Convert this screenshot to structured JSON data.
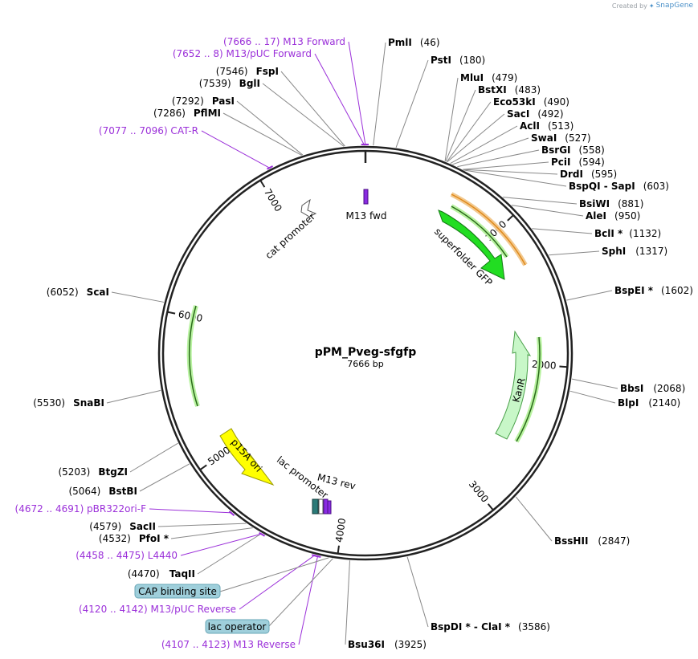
{
  "watermark": {
    "prefix": "Created by",
    "brand": "SnapGene"
  },
  "plasmid": {
    "name": "pPM_Pveg-sfgfp",
    "length_label": "7666 bp",
    "length": 7666
  },
  "ticks": [
    {
      "label": "1000",
      "pos": 1000
    },
    {
      "label": "2000",
      "pos": 2000
    },
    {
      "label": "3000",
      "pos": 3000
    },
    {
      "label": "4000",
      "pos": 4000
    },
    {
      "label": "5000",
      "pos": 5000
    },
    {
      "label": "6000",
      "pos": 6000
    },
    {
      "label": "7000",
      "pos": 7000
    }
  ],
  "right_sites": [
    {
      "name": "PmlI",
      "pos": "(46)",
      "at": 46
    },
    {
      "name": "PstI",
      "pos": "(180)",
      "at": 180
    },
    {
      "name": "MluI",
      "pos": "(479)",
      "at": 479
    },
    {
      "name": "BstXI",
      "pos": "(483)",
      "at": 483
    },
    {
      "name": "Eco53kI",
      "pos": "(490)",
      "at": 490
    },
    {
      "name": "SacI",
      "pos": "(492)",
      "at": 492
    },
    {
      "name": "AclI",
      "pos": "(513)",
      "at": 513
    },
    {
      "name": "SwaI",
      "pos": "(527)",
      "at": 527
    },
    {
      "name": "BsrGI",
      "pos": "(558)",
      "at": 558
    },
    {
      "name": "PciI",
      "pos": "(594)",
      "at": 594
    },
    {
      "name": "DrdI",
      "pos": "(595)",
      "at": 595
    },
    {
      "name": "BspQI  -  SapI",
      "pos": "(603)",
      "at": 603
    },
    {
      "name": "BsiWI",
      "pos": "(881)",
      "at": 881
    },
    {
      "name": "AleI",
      "pos": "(950)",
      "at": 950
    },
    {
      "name": "BclI *",
      "pos": "(1132)",
      "at": 1132
    },
    {
      "name": "SphI",
      "pos": "(1317)",
      "at": 1317
    },
    {
      "name": "BspEI *",
      "pos": "(1602)",
      "at": 1602
    },
    {
      "name": "BbsI",
      "pos": "(2068)",
      "at": 2068
    },
    {
      "name": "BlpI",
      "pos": "(2140)",
      "at": 2140
    },
    {
      "name": "BssHII",
      "pos": "(2847)",
      "at": 2847
    },
    {
      "name": "BspDI *  -  ClaI *",
      "pos": "(3586)",
      "at": 3586
    },
    {
      "name": "Bsu36I",
      "pos": "(3925)",
      "at": 3925
    }
  ],
  "left_sites": [
    {
      "pos": "(7546)",
      "name": "FspI",
      "at": 7546
    },
    {
      "pos": "(7539)",
      "name": "BglI",
      "at": 7539
    },
    {
      "pos": "(7292)",
      "name": "PasI",
      "at": 7292
    },
    {
      "pos": "(7286)",
      "name": "PflMI",
      "at": 7286
    },
    {
      "pos": "(6052)",
      "name": "ScaI",
      "at": 6052
    },
    {
      "pos": "(5530)",
      "name": "SnaBI",
      "at": 5530
    },
    {
      "pos": "(5203)",
      "name": "BtgZI",
      "at": 5203
    },
    {
      "pos": "(5064)",
      "name": "BstBI",
      "at": 5064
    },
    {
      "pos": "(4579)",
      "name": "SacII",
      "at": 4579
    },
    {
      "pos": "(4532)",
      "name": "PfoI *",
      "at": 4532
    },
    {
      "pos": "(4470)",
      "name": "TaqII",
      "at": 4470
    }
  ],
  "primers": [
    {
      "text": "(7666 .. 17)  M13 Forward",
      "at": 7666
    },
    {
      "text": "(7652 .. 8)  M13/pUC Forward",
      "at": 7660
    },
    {
      "text": "(7077 .. 7096)  CAT-R",
      "at": 7086
    },
    {
      "text": "(4672 .. 4691)  pBR322ori-F",
      "at": 4681
    },
    {
      "text": "(4458 .. 4475)  L4440",
      "at": 4466
    },
    {
      "text": "(4120 .. 4142)  M13/pUC Reverse",
      "at": 4131
    },
    {
      "text": "(4107 .. 4123)  M13 Reverse",
      "at": 4115
    }
  ],
  "boxed_features": [
    {
      "text": "CAP binding site"
    },
    {
      "text": "lac operator"
    }
  ],
  "features": [
    {
      "label": "superfolder GFP",
      "color": "#22dd22"
    },
    {
      "label": "KanR",
      "color": "#c8f7c8"
    },
    {
      "label": "p15A ori",
      "color": "#ffff00"
    },
    {
      "label": "cat promoter",
      "color": "#ffffff"
    },
    {
      "label": "lac promoter",
      "color": "#ffffff"
    },
    {
      "label": "M13 fwd",
      "color": "#8a2be2"
    },
    {
      "label": "M13 rev",
      "color": "#8a2be2"
    }
  ],
  "colors": {
    "primer": "#9b30d9",
    "box_fill": "#9fcfdb",
    "backbone": "#222222"
  }
}
